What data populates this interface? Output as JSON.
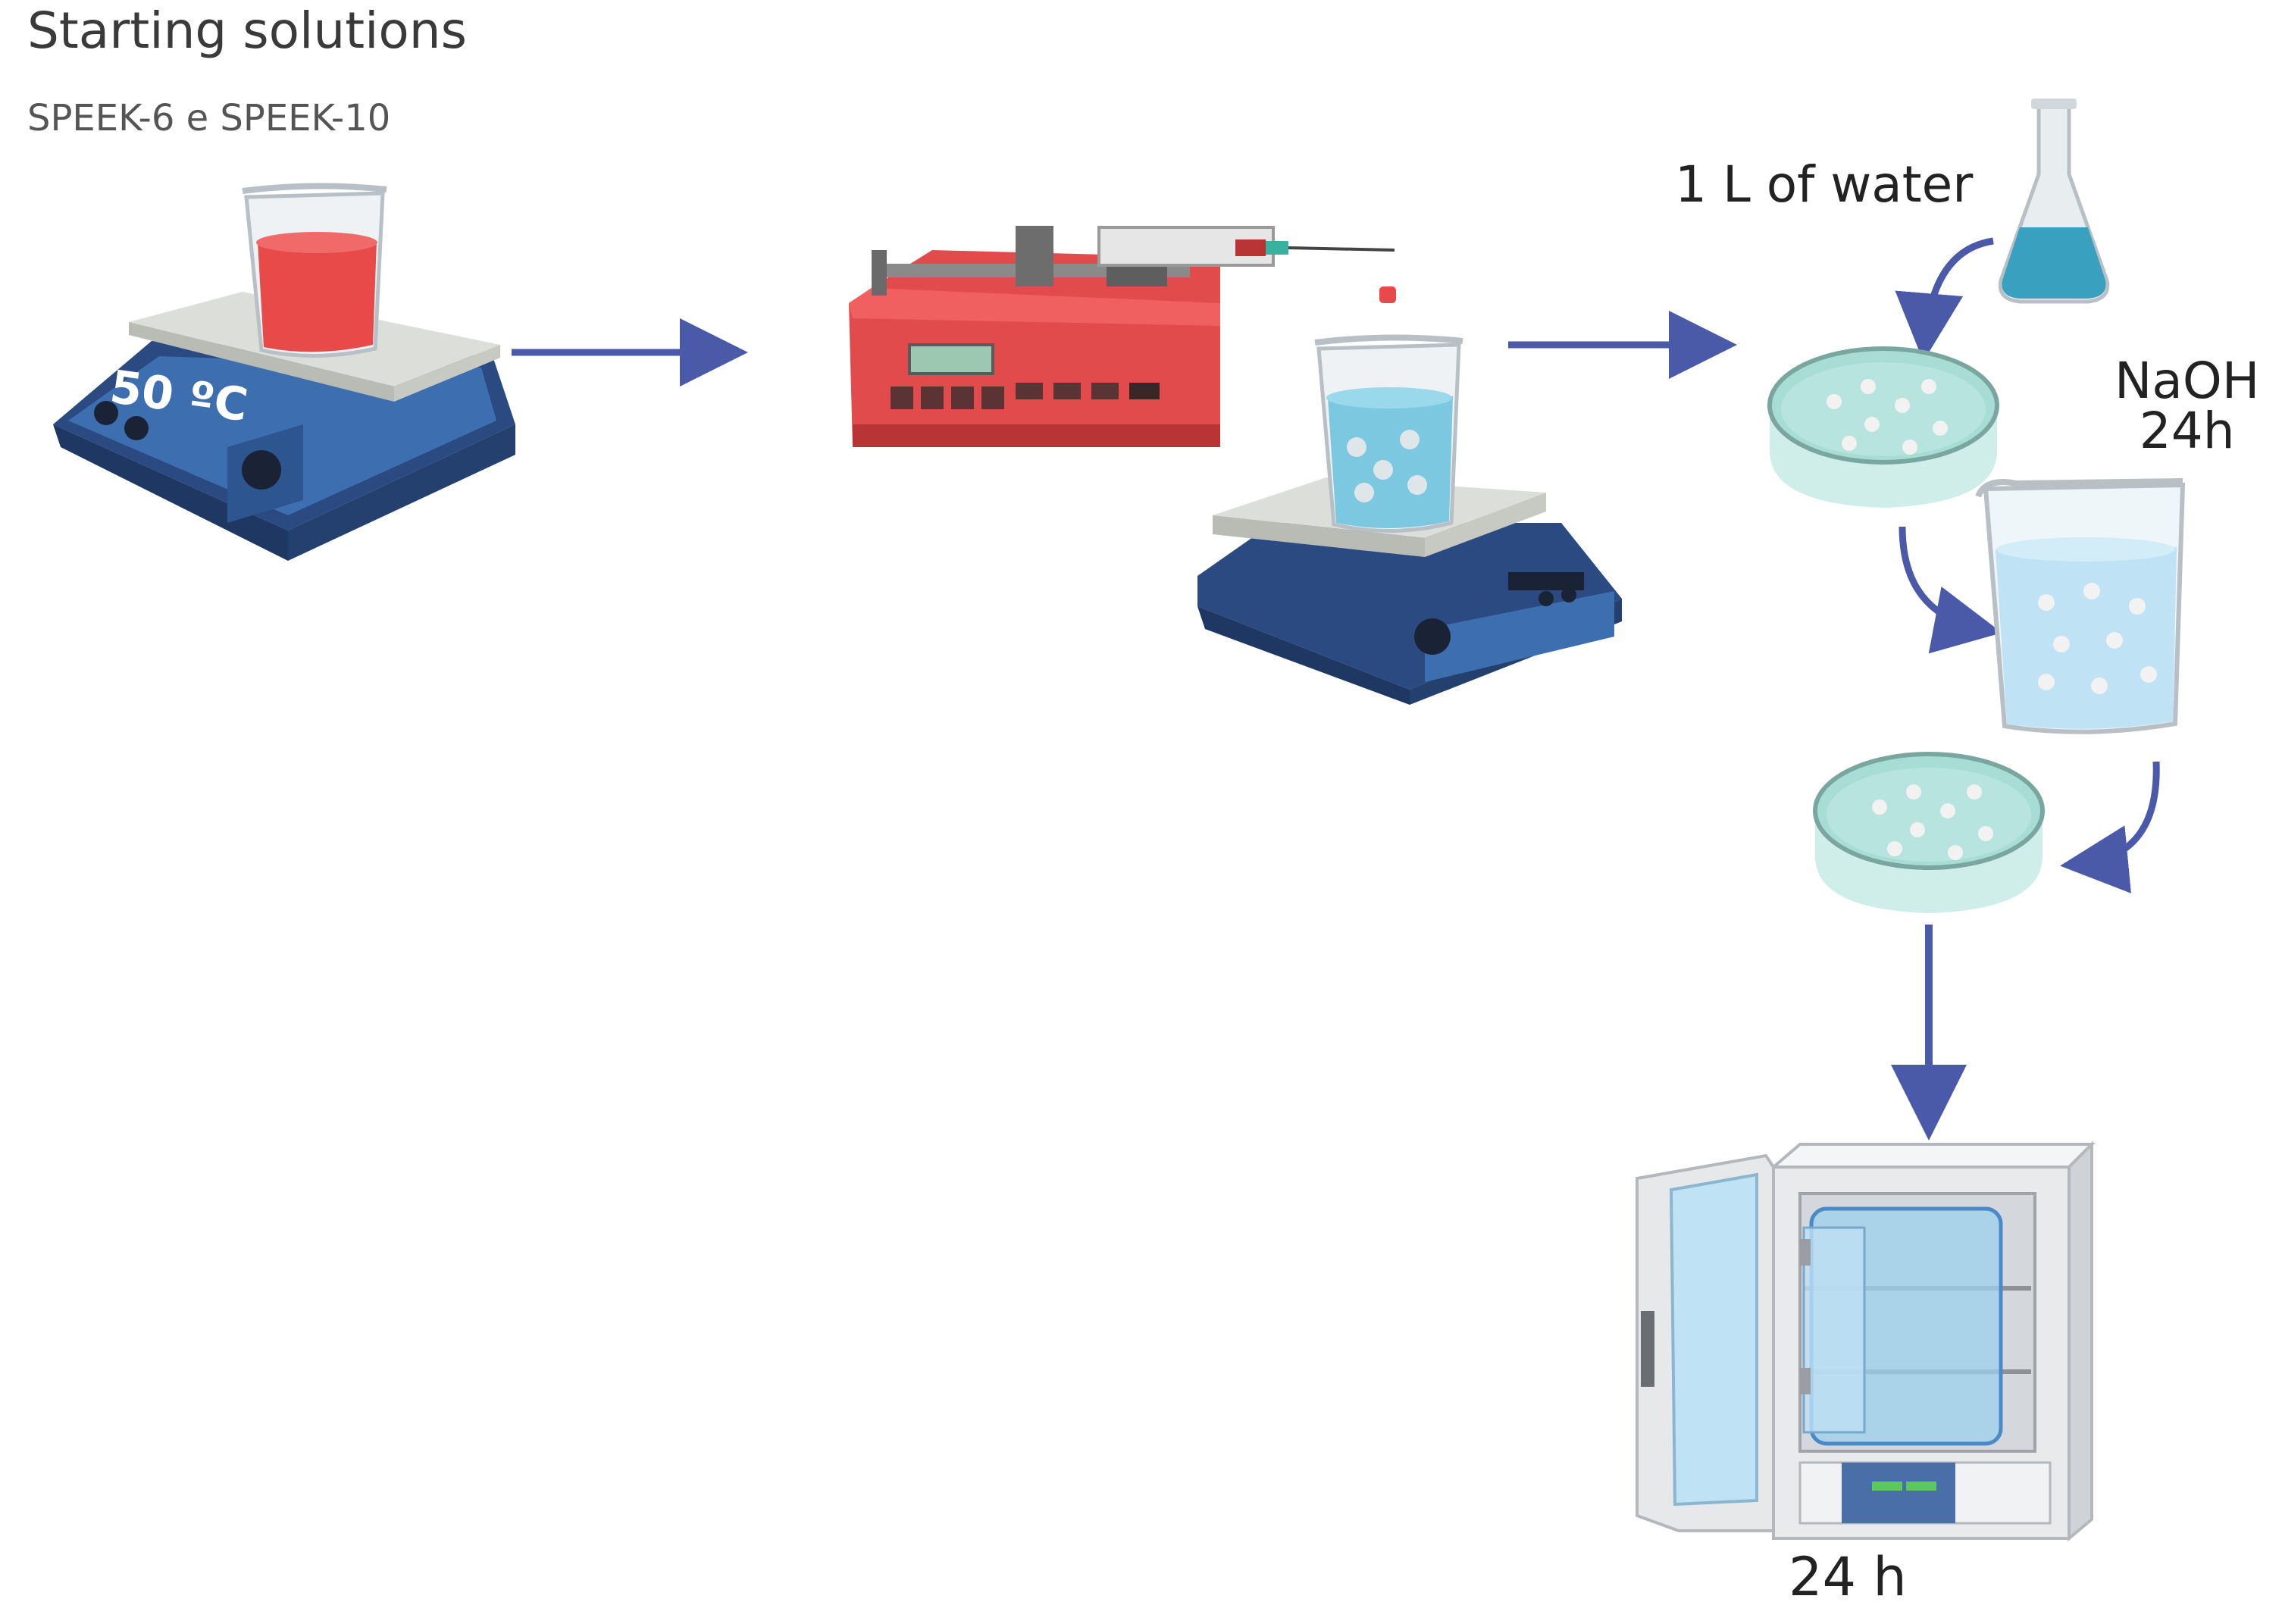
{
  "title": "Starting solutions",
  "subtitle": "SPEEK-6 e SPEEK-10",
  "hotplate_temp": "50 ºC",
  "water_label": "1 L of water",
  "naoh_label": "NaOH",
  "naoh_time": "24h",
  "oven_time": "24 h",
  "colors": {
    "arrow": "#4a5aa8",
    "hotplate_base": "#2b4a82",
    "hotplate_panel": "#3d6fb0",
    "hotplate_top": "#d8dcd6",
    "pump_body": "#e24b4b",
    "red_solution": "#e84a4a",
    "blue_solution": "#7cc8e0",
    "dish_water": "#a8ddd6",
    "oven_body": "#e8eaec"
  },
  "icons": [
    "hotplate-stirrer-icon",
    "beaker-icon",
    "syringe-pump-icon",
    "erlenmeyer-flask-icon",
    "petri-dish-icon",
    "drying-oven-icon",
    "arrow-icon"
  ]
}
